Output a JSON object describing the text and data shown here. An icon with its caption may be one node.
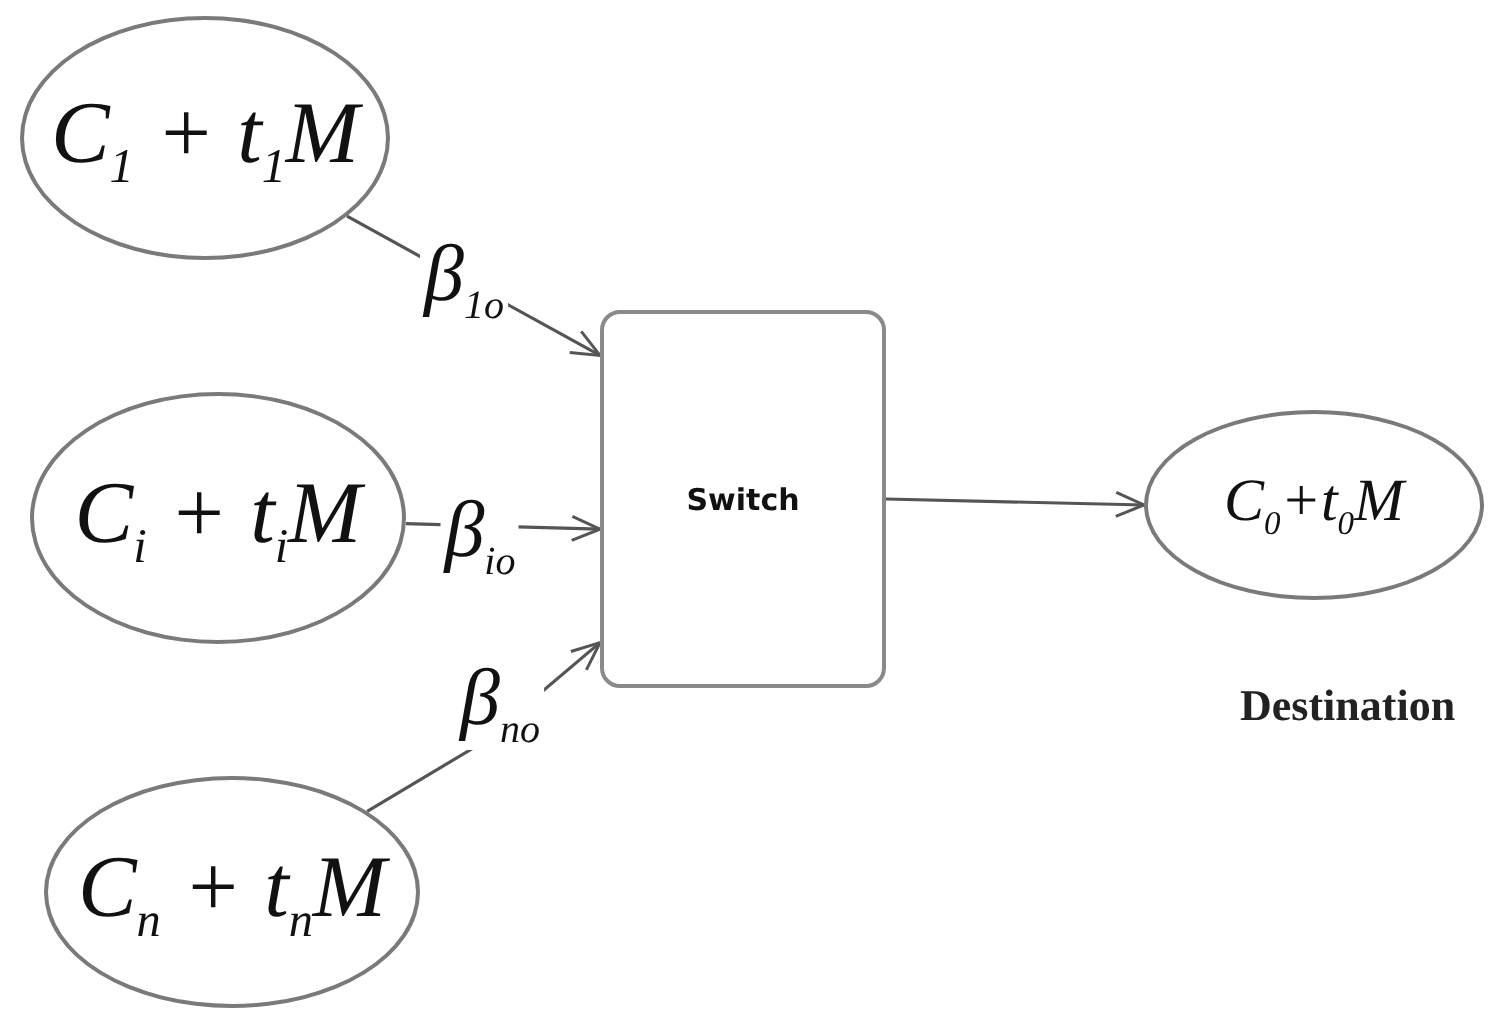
{
  "diagram": {
    "nodes": [
      {
        "text": [
          "C$_{1}$ + t$_{1}$M"
        ]
      },
      {
        "text": [
          "C$_{i}$ + t$_{i}$M"
        ]
      },
      {
        "text": [
          "C$_{n}$ + t$_{n}$M"
        ]
      },
      {
        "text": [
          "Switch"
        ]
      },
      {
        "text": [
          "C$_{0}$+t$_{0}$M"
        ],
        "beside": [
          "Destination"
        ]
      }
    ],
    "edges": [
      {
        "from": 0,
        "to": 3,
        "arrow": "to",
        "label": "β$_{1o}$"
      },
      {
        "from": 1,
        "to": 3,
        "arrow": "to",
        "label": "β$_{io}$"
      },
      {
        "from": 2,
        "to": 3,
        "arrow": "to",
        "label": "β$_{no}$"
      },
      {
        "from": 3,
        "to": 4,
        "arrow": "to"
      }
    ]
  }
}
